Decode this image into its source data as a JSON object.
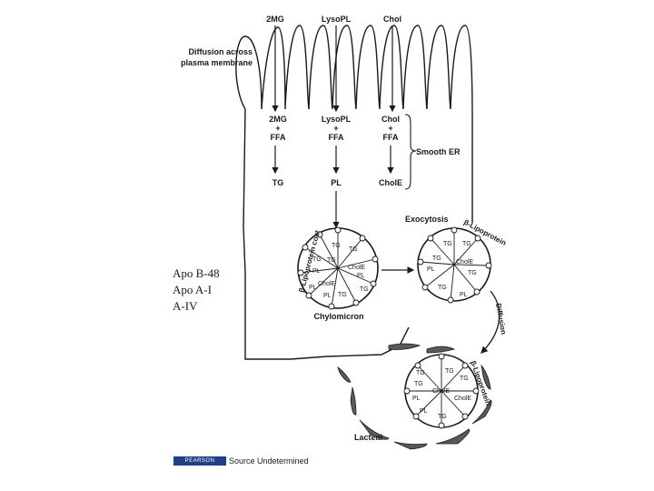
{
  "diagram": {
    "top_inputs": [
      "2MG",
      "LysoPL",
      "Chol"
    ],
    "diffusion_label": [
      "Diffusion across",
      "plasma membrane"
    ],
    "er_products": [
      {
        "a": "2MG",
        "b": "FFA"
      },
      {
        "a": "LysoPL",
        "b": "FFA"
      },
      {
        "a": "Chol",
        "b": "FFA"
      }
    ],
    "plus": "+",
    "smooth_er": "Smooth ER",
    "er_outputs": [
      "TG",
      "PL",
      "CholE"
    ],
    "coat_label": "β-Lipoprotein coat",
    "chylomicron_label": "Chylomicron",
    "exocytosis_label": "Exocytosis",
    "lipoprotein_label": "β-Lipoprotein",
    "diffusion2_label": "Diffusion",
    "lacteal_label": "Lacteal",
    "particle_contents": [
      "TG",
      "TG",
      "TG",
      "TG",
      "CholE",
      "PL",
      "CholE",
      "PL",
      "PL",
      "TG",
      "TG",
      "PL"
    ]
  },
  "apo_labels": [
    "Apo B-48",
    "Apo A-I",
    "A-IV"
  ],
  "footer": {
    "logo_text": "PEARSON",
    "source_text": "Source Undetermined"
  }
}
